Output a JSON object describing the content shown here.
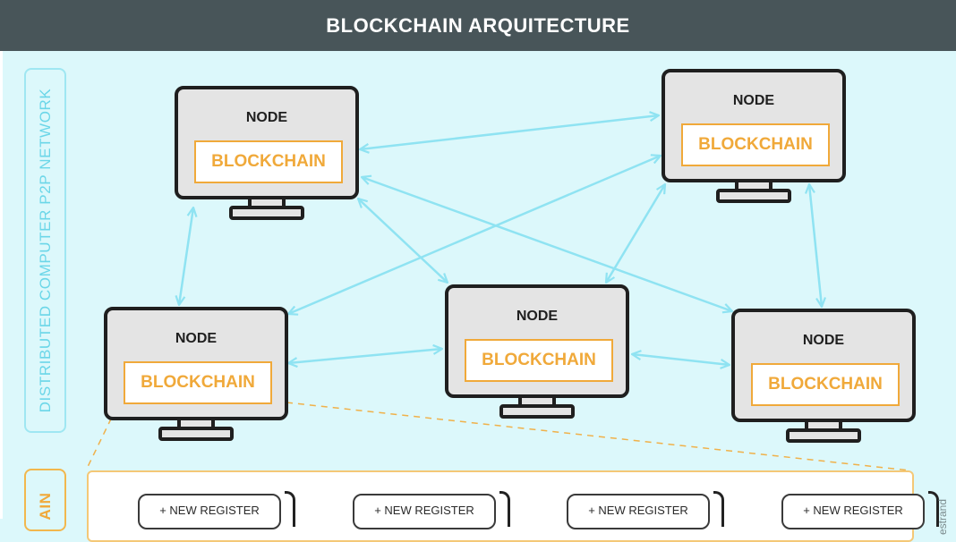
{
  "title": "BLOCKCHAIN ARQUITECTURE",
  "network_label": "DISTRIBUTED COMPUTER P2P NETWORK",
  "chain_label": "AIN",
  "credit": "estrand",
  "nodes": [
    {
      "label": "NODE",
      "blockchain": "BLOCKCHAIN"
    },
    {
      "label": "NODE",
      "blockchain": "BLOCKCHAIN"
    },
    {
      "label": "NODE",
      "blockchain": "BLOCKCHAIN"
    },
    {
      "label": "NODE",
      "blockchain": "BLOCKCHAIN"
    },
    {
      "label": "NODE",
      "blockchain": "BLOCKCHAIN"
    }
  ],
  "registers": [
    "+ NEW REGISTER",
    "+ NEW REGISTER",
    "+ NEW REGISTER",
    "+ NEW REGISTER"
  ],
  "colors": {
    "header_bg": "#485559",
    "background": "#dcf8fb",
    "link": "#8fe3f2",
    "accent": "#f0a93a",
    "monitor": "#e4e4e4"
  }
}
